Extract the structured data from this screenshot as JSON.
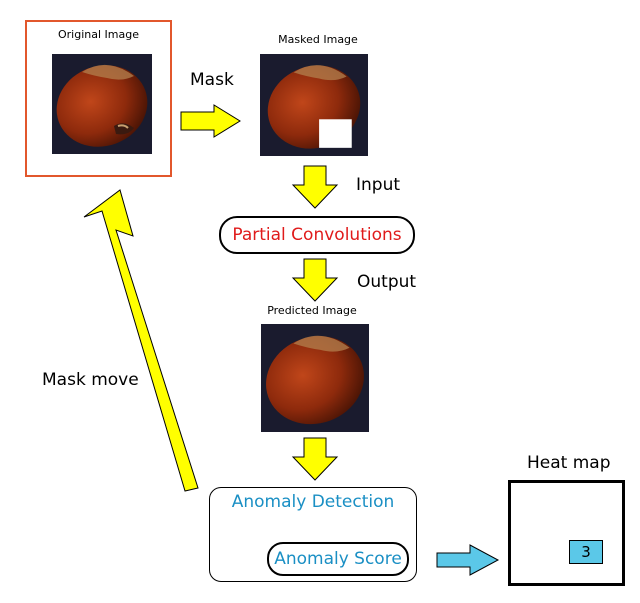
{
  "original": {
    "label": "Original Image"
  },
  "masked": {
    "label": "Masked Image"
  },
  "predicted": {
    "label": "Predicted Image"
  },
  "steps": {
    "mask": "Mask",
    "input": "Input",
    "output": "Output",
    "mask_move": "Mask move"
  },
  "partial_conv": {
    "label": "Partial Convolutions",
    "color": "#e01b1b"
  },
  "anomaly": {
    "detection_label": "Anomaly Detection",
    "score_label": "Anomaly Score",
    "text_color": "#1a8fc4"
  },
  "heatmap": {
    "title": "Heat map",
    "cell_value": "3",
    "cell_color": "#5bc8e8"
  },
  "colors": {
    "flow_arrow": "#ffff00",
    "score_arrow": "#5bc8e8",
    "original_frame": "#e2572c"
  }
}
